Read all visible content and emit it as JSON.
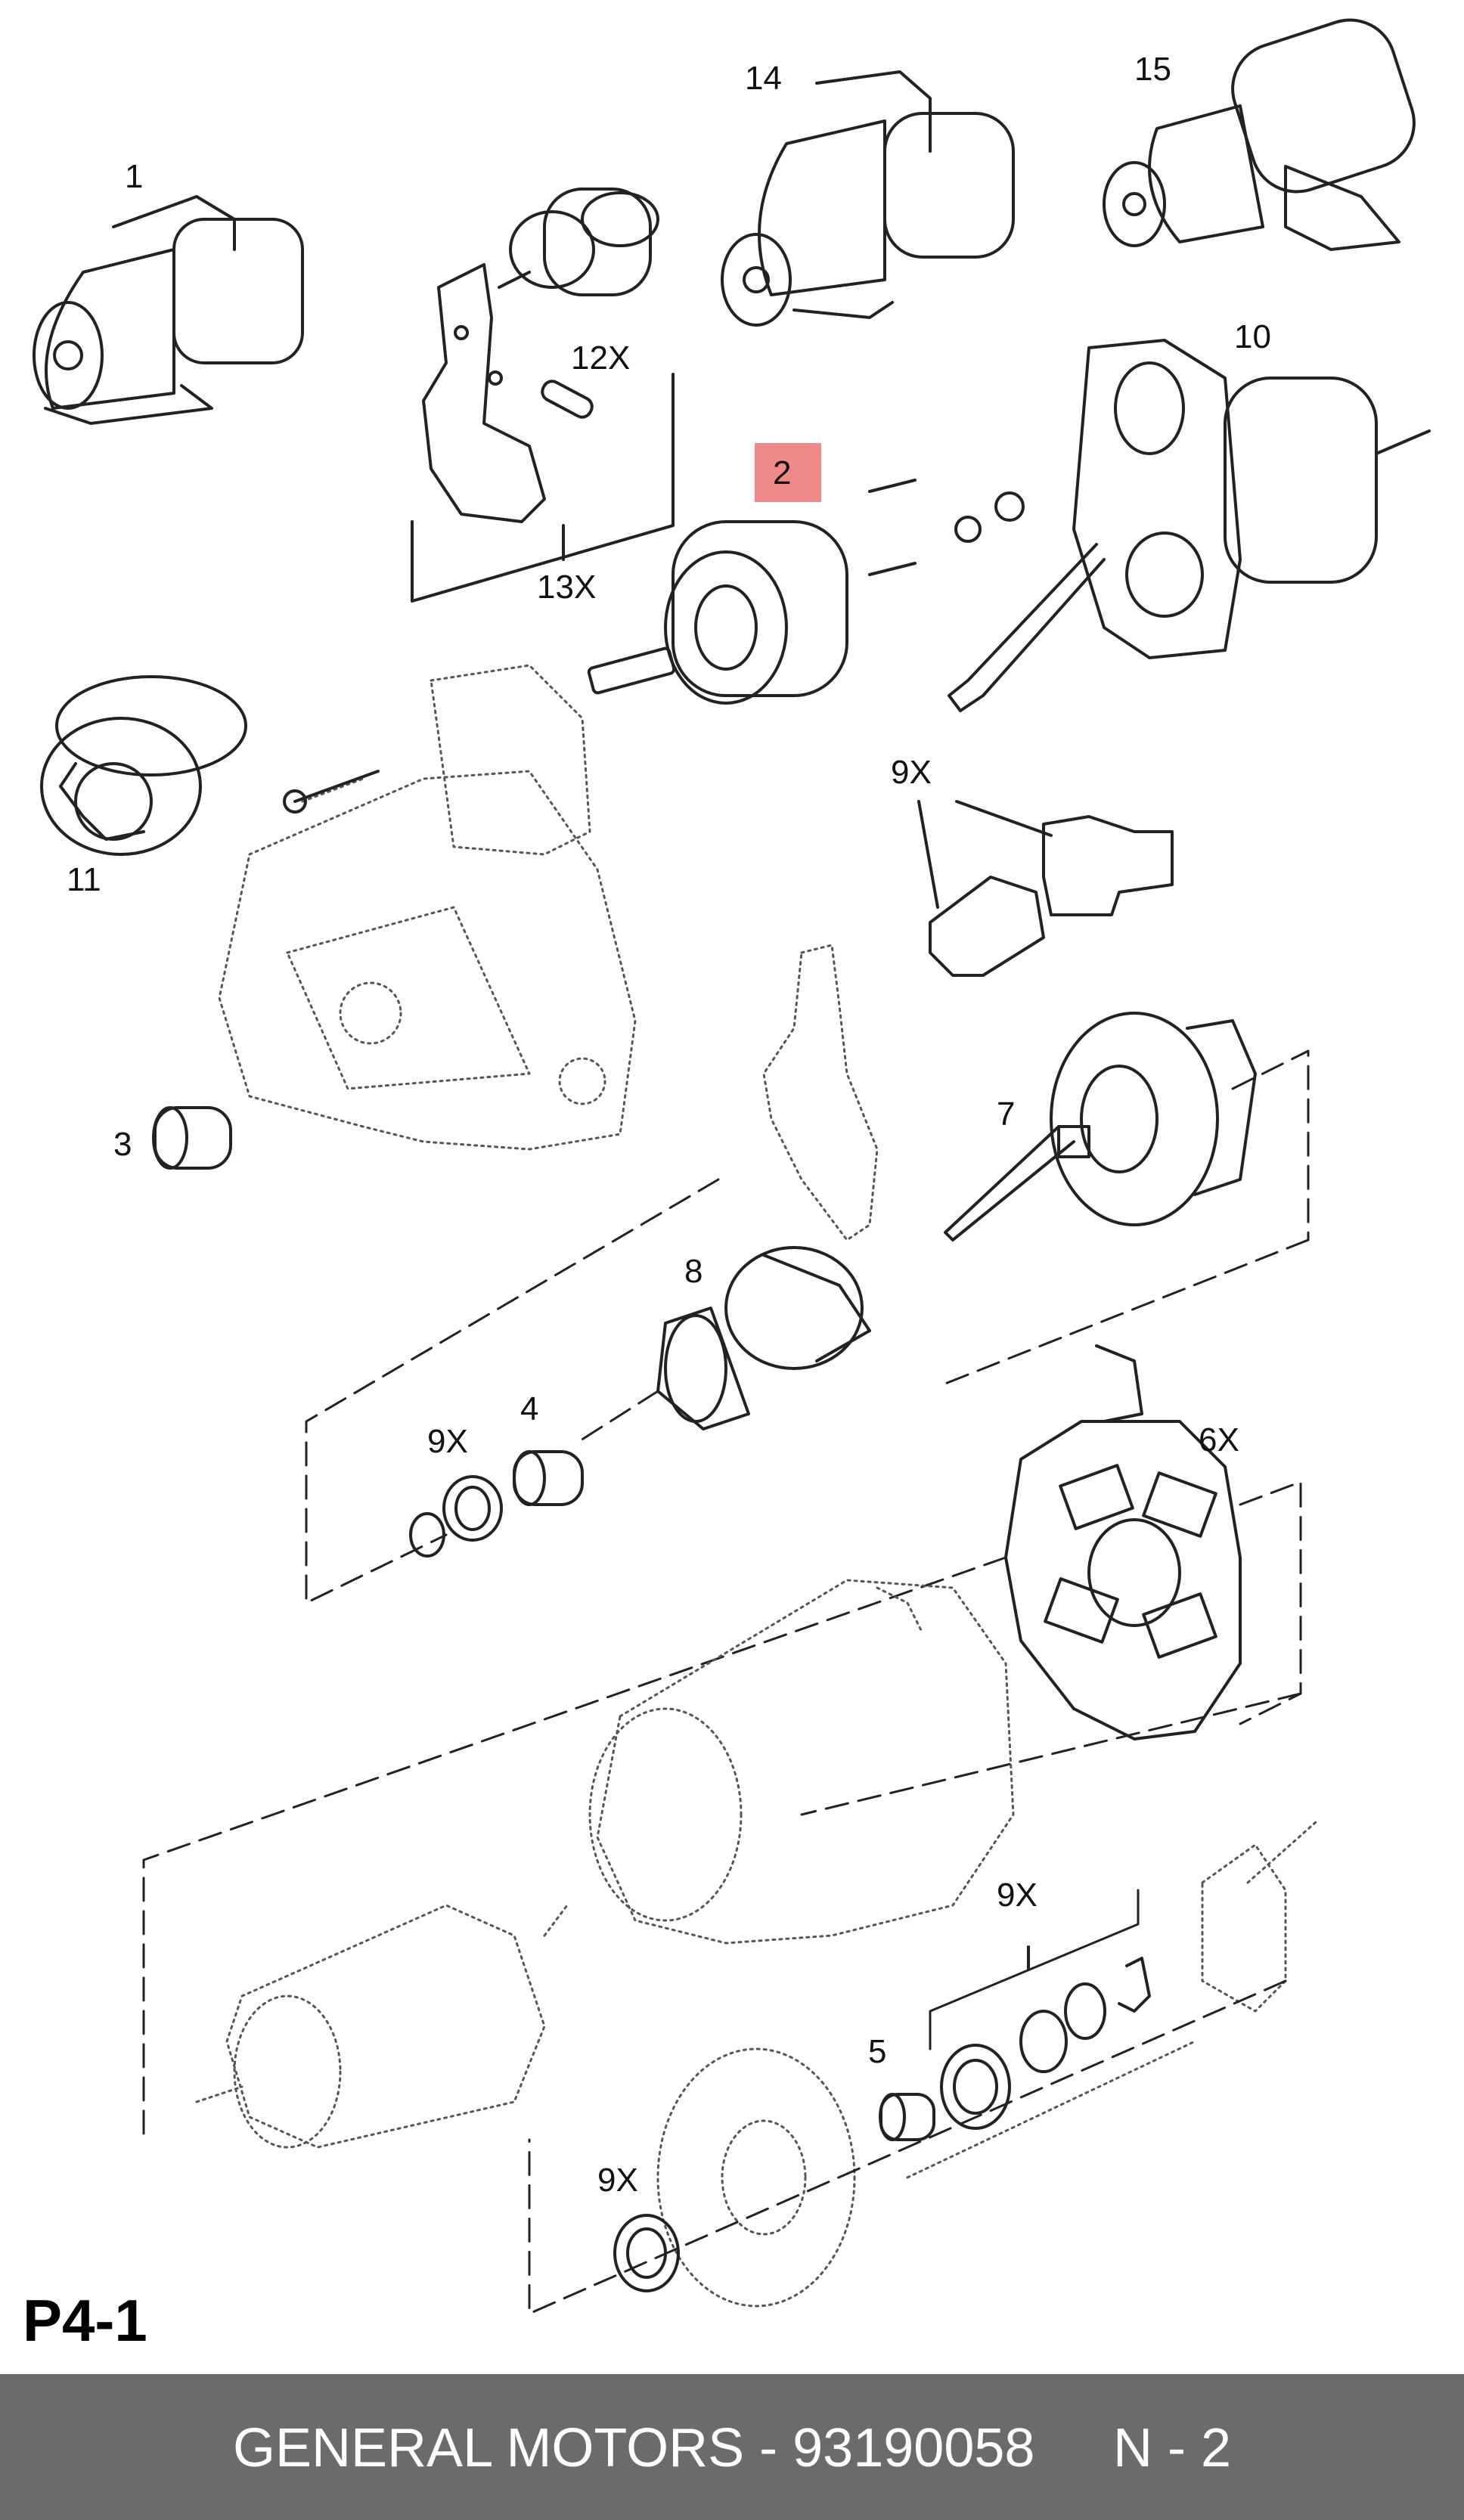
{
  "diagram": {
    "callouts": {
      "c1": "1",
      "c14": "14",
      "c15": "15",
      "c12x": "12X",
      "c10": "10",
      "c2": "2",
      "c13x": "13X",
      "c11": "11",
      "c9x_a": "9X",
      "c3": "3",
      "c7": "7",
      "c8": "8",
      "c9x_b": "9X",
      "c4": "4",
      "c6x": "6X",
      "c9x_c": "9X",
      "c5": "5",
      "c9x_d": "9X"
    },
    "highlighted_callout": "2",
    "highlight_color": "#f08a8a",
    "page_code": "P4-1"
  },
  "footer": {
    "brand_part": "GENERAL MOTORS - 93190058",
    "position": "N - 2",
    "background": "#6b6b6b"
  }
}
